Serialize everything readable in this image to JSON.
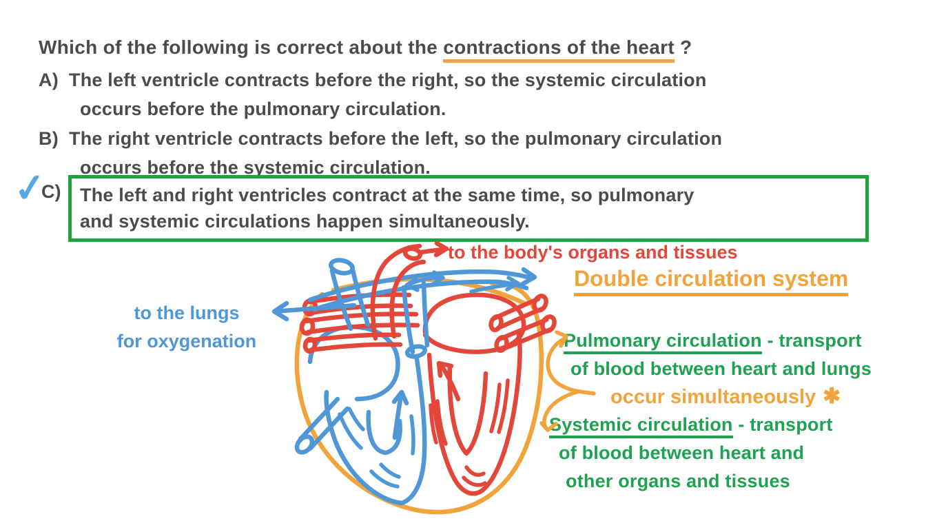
{
  "question": {
    "prefix": "Which of the following is correct about the ",
    "highlight": "contractions of the heart",
    "suffix": " ?"
  },
  "options": [
    {
      "label": "A)",
      "lines": [
        "The left ventricle contracts before the right, so the systemic circulation",
        "occurs before the pulmonary circulation."
      ]
    },
    {
      "label": "B)",
      "lines": [
        "The right ventricle contracts before the left, so the pulmonary circulation",
        "occurs before the systemic circulation."
      ]
    },
    {
      "label": "C)",
      "checkmark": "✓",
      "correct": true,
      "lines": [
        "The left and right ventricles contract at the same time, so pulmonary",
        "and systemic circulations happen simultaneously."
      ]
    }
  ],
  "diagram": {
    "label_to_body": "to the body's organs and tissues",
    "label_to_lungs_line1": "to the lungs",
    "label_to_lungs_line2": "for oxygenation",
    "title": "Double circulation system",
    "pulmonary_term": "Pulmonary circulation",
    "pulmonary_tail": "- transport",
    "pulmonary_line2": "of blood between heart and lungs",
    "simultaneous_note": "occur simultaneously",
    "simultaneous_star": "✱",
    "systemic_term": "Systemic circulation",
    "systemic_tail": "- transport",
    "systemic_line2": "of blood between heart and",
    "systemic_line3": "other organs and tissues"
  },
  "colors": {
    "ink": "#4b4b4b",
    "red": "#e2473a",
    "blue": "#4f97d7",
    "orange": "#f2a43c",
    "green": "#1fa152",
    "box_green": "#1da23c",
    "check_blue": "#58a7e6"
  }
}
